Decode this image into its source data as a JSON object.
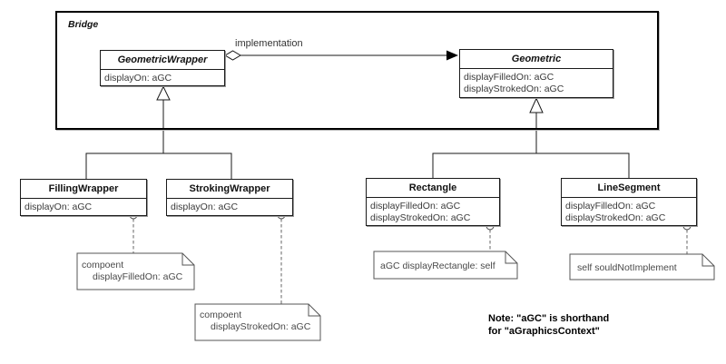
{
  "frame": {
    "label": "Bridge"
  },
  "relationship": {
    "label": "implementation"
  },
  "classes": {
    "geometric_wrapper": {
      "name": "GeometricWrapper",
      "attributes": [
        "displayOn: aGC"
      ]
    },
    "geometric": {
      "name": "Geometric",
      "attributes": [
        "displayFilledOn: aGC",
        "displayStrokedOn: aGC"
      ]
    },
    "filling_wrapper": {
      "name": "FillingWrapper",
      "attributes": [
        "displayOn: aGC"
      ]
    },
    "stroking_wrapper": {
      "name": "StrokingWrapper",
      "attributes": [
        "displayOn: aGC"
      ]
    },
    "rectangle": {
      "name": "Rectangle",
      "attributes": [
        "displayFilledOn: aGC",
        "displayStrokedOn: aGC"
      ]
    },
    "line_segment": {
      "name": "LineSegment",
      "attributes": [
        "displayFilledOn: aGC",
        "displayStrokedOn: aGC"
      ]
    }
  },
  "notes": {
    "filling": {
      "line1": "compoent",
      "line2": "displayFilledOn: aGC"
    },
    "stroking": {
      "line1": "compoent",
      "line2": "displayStrokedOn: aGC"
    },
    "rectangle": {
      "line1": "aGC displayRectangle: self"
    },
    "line_segment": {
      "line1": "self souldNotImplement"
    }
  },
  "annotation": {
    "line1": "Note: \"aGC\" is shorthand",
    "line2": "for \"aGraphicsContext\""
  },
  "colors": {
    "line": "#000000",
    "note_line": "#555555",
    "background": "#ffffff"
  }
}
